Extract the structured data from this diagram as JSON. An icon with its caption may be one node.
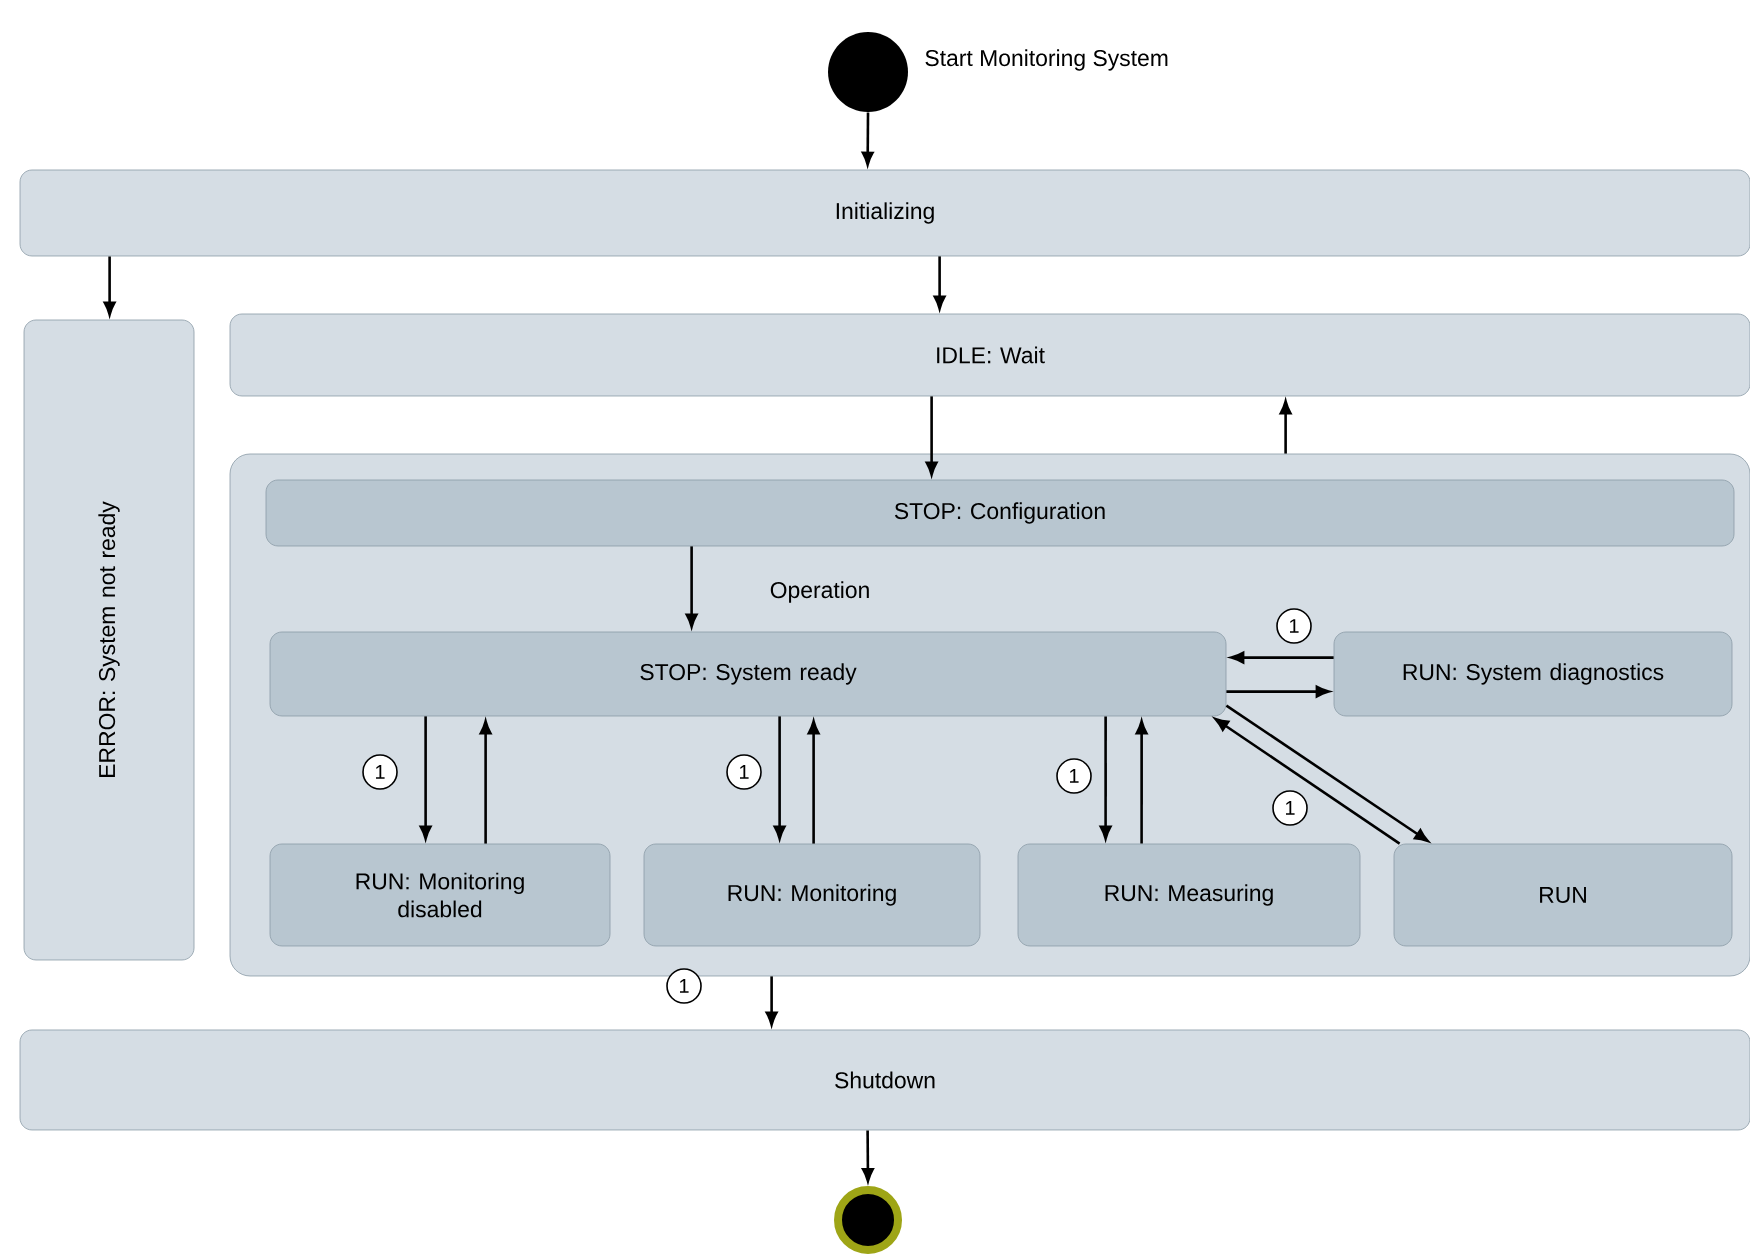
{
  "diagram": {
    "nodes": [
      {
        "text": [],
        "shape": "circle",
        "beside": [
          "Start Monitoring System"
        ]
      },
      {
        "text": [
          "Initializing"
        ]
      },
      {
        "text": [
          "ERROR: System not ready"
        ]
      },
      {
        "text": [
          "IDLE: Wait"
        ]
      },
      {
        "text": [],
        "shape": "box"
      },
      {
        "text": [
          "STOP: Configuration"
        ],
        "in": 4
      },
      {
        "text": [
          "STOP: System ready"
        ],
        "in": 4
      },
      {
        "text": [
          "RUN: System diagnostics"
        ],
        "in": 4
      },
      {
        "text": [
          "RUN: Monitoring disabled"
        ],
        "in": 4
      },
      {
        "text": [
          "RUN: Monitoring"
        ],
        "in": 4
      },
      {
        "text": [
          "RUN: Measuring"
        ],
        "in": 4
      },
      {
        "text": [
          "RUN"
        ],
        "in": 4
      },
      {
        "text": [
          "Shutdown"
        ]
      },
      {
        "text": [],
        "shape": "circle"
      }
    ],
    "edges": [
      {
        "from": 0,
        "to": 1,
        "arrow": "to"
      },
      {
        "from": 1,
        "to": 2,
        "arrow": "to"
      },
      {
        "from": 1,
        "to": 3,
        "arrow": "to"
      },
      {
        "from": 3,
        "to": 5,
        "arrow": "to"
      },
      {
        "from": 4,
        "to": 3,
        "arrow": "to"
      },
      {
        "from": 5,
        "to": 6,
        "arrow": "to",
        "label": "Operation"
      },
      {
        "from": 6,
        "to": 8,
        "arrow": "to",
        "label": "1"
      },
      {
        "from": 8,
        "to": 6,
        "arrow": "to"
      },
      {
        "from": 6,
        "to": 9,
        "arrow": "to",
        "label": "1"
      },
      {
        "from": 9,
        "to": 6,
        "arrow": "to"
      },
      {
        "from": 6,
        "to": 10,
        "arrow": "to",
        "label": "1"
      },
      {
        "from": 10,
        "to": 6,
        "arrow": "to"
      },
      {
        "from": 7,
        "to": 6,
        "arrow": "to",
        "label": "1"
      },
      {
        "from": 6,
        "to": 7,
        "arrow": "to"
      },
      {
        "from": 6,
        "to": 11,
        "arrow": "to"
      },
      {
        "from": 11,
        "to": 6,
        "arrow": "to",
        "label": "1"
      },
      {
        "from": 4,
        "to": 12,
        "arrow": "to",
        "label": "1"
      },
      {
        "from": 12,
        "to": 13,
        "arrow": "to"
      }
    ]
  }
}
